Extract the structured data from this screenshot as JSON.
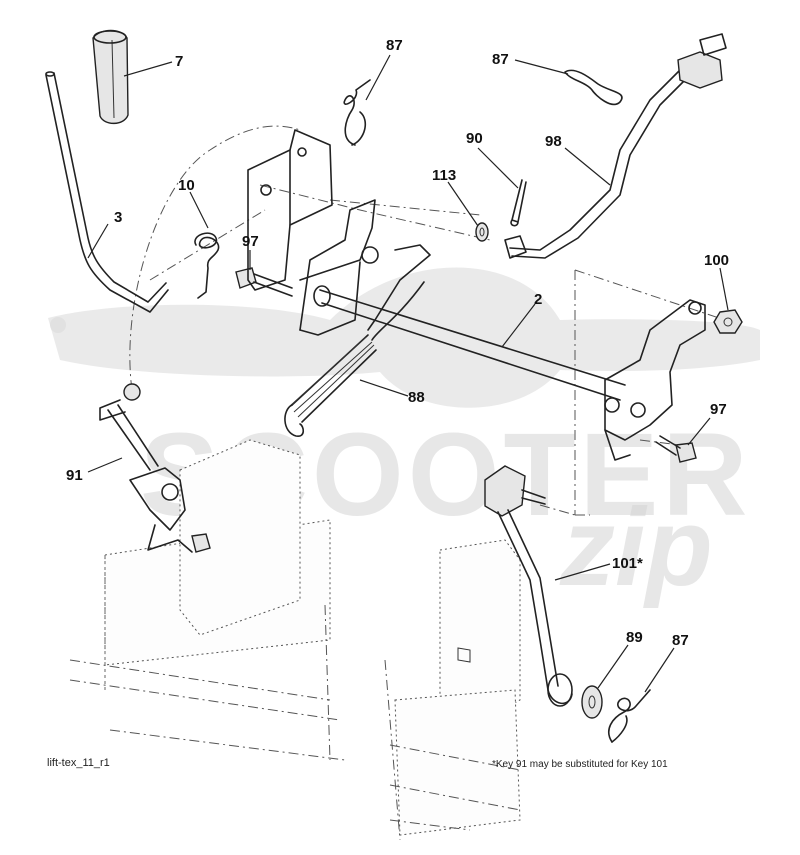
{
  "diagram_id": "lift-tex_11_r1",
  "footnote": "*Key 91 may be substituted for Key 101",
  "watermark": {
    "text": "SCOOTER",
    "script": "zip"
  },
  "callouts": {
    "k7": "7",
    "k3": "3",
    "k10": "10",
    "k87a": "87",
    "k97a": "97",
    "k87b": "87",
    "k90": "90",
    "k113": "113",
    "k98": "98",
    "k100": "100",
    "k2": "2",
    "k88": "88",
    "k97b": "97",
    "k91": "91",
    "k101": "101*",
    "k89": "89",
    "k87c": "87"
  }
}
